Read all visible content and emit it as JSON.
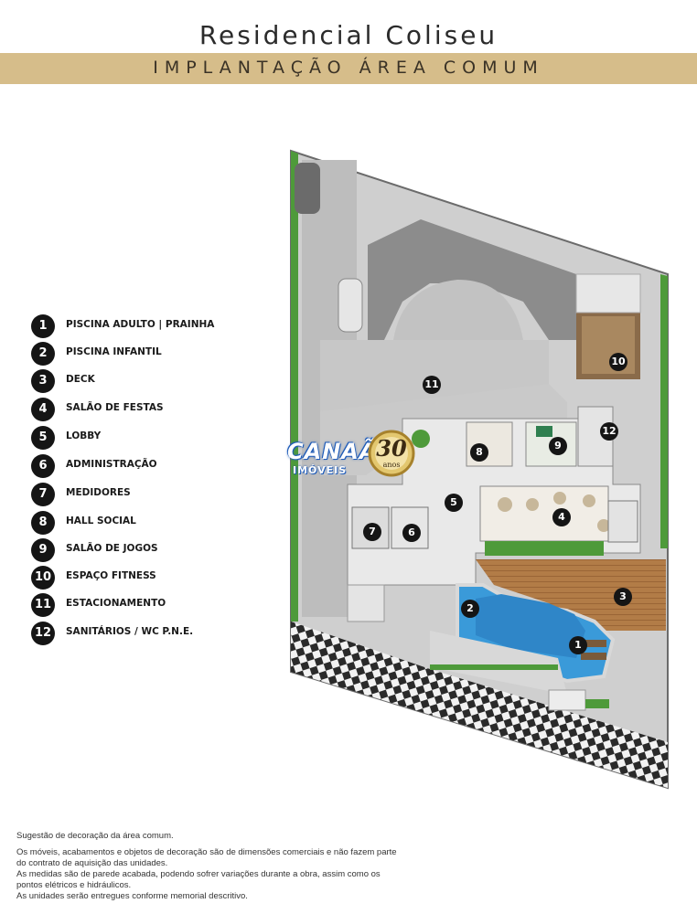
{
  "header": {
    "title": "Residencial Coliseu",
    "subtitle": "IMPLANTAÇÃO ÁREA COMUM"
  },
  "legend": [
    {
      "num": "1",
      "label": "PISCINA  ADULTO | PRAINHA"
    },
    {
      "num": "2",
      "label": "PISCINA INFANTIL"
    },
    {
      "num": "3",
      "label": "DECK"
    },
    {
      "num": "4",
      "label": "SALÃO DE FESTAS"
    },
    {
      "num": "5",
      "label": "LOBBY"
    },
    {
      "num": "6",
      "label": "ADMINISTRAÇÃO"
    },
    {
      "num": "7",
      "label": "MEDIDORES"
    },
    {
      "num": "8",
      "label": "HALL SOCIAL"
    },
    {
      "num": "9",
      "label": "SALÃO DE JOGOS"
    },
    {
      "num": "10",
      "label": "ESPAÇO FITNESS"
    },
    {
      "num": "11",
      "label": "ESTACIONAMENTO"
    },
    {
      "num": "12",
      "label": "SANITÁRIOS / WC P.N.E."
    }
  ],
  "plan_markers": [
    "1",
    "2",
    "3",
    "4",
    "5",
    "6",
    "7",
    "8",
    "9",
    "10",
    "11",
    "12"
  ],
  "watermark": {
    "brand": "CANAÃ",
    "brand_sub": "IMÓVEIS",
    "seal_number": "30",
    "seal_sub": "anos"
  },
  "notes": [
    "Sugestão de decoração da área comum.",
    "Os móveis, acabamentos e objetos de decoração são de dimensões comerciais e não fazem parte do contrato de aquisição das unidades.",
    "As medidas são de parede acabada, podendo sofrer variações durante a obra, assim como os pontos elétricos e hidráulicos.",
    "As unidades serão entregues conforme memorial descritivo."
  ],
  "colors": {
    "band": "#d6bd8a",
    "pool": "#3a9ad9",
    "deck": "#b07a45",
    "grass": "#4e9a3a",
    "paving": "#c8c8c8",
    "marker": "#151515"
  }
}
